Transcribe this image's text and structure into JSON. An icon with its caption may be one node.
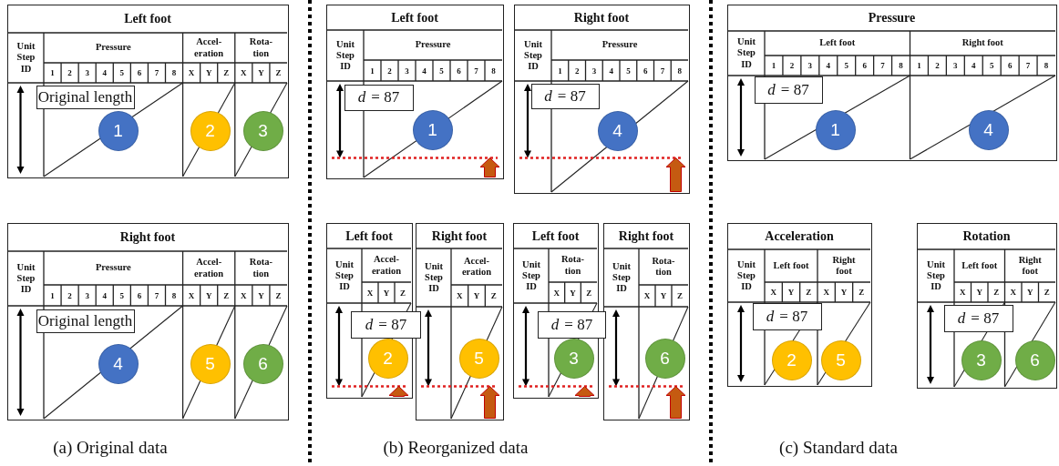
{
  "diagram": {
    "nodes": [
      {
        "text": [
          "Left foot"
        ]
      },
      {
        "text": [
          "Original length"
        ],
        "in": 0
      },
      {
        "text": [
          "1"
        ],
        "in": 0
      },
      {
        "text": [
          "2"
        ],
        "in": 0
      },
      {
        "text": [
          "3"
        ],
        "in": 0
      },
      {
        "text": [
          "Right foot"
        ]
      },
      {
        "text": [
          "Original length"
        ],
        "in": 5
      },
      {
        "text": [
          "4"
        ],
        "in": 5
      },
      {
        "text": [
          "5"
        ],
        "in": 5
      },
      {
        "text": [
          "6"
        ],
        "in": 5
      },
      {
        "text": [
          "Left foot"
        ]
      },
      {
        "text": [
          "*d* = 87"
        ],
        "in": 10
      },
      {
        "text": [
          "1"
        ],
        "in": 10
      },
      {
        "text": [
          "Right foot"
        ]
      },
      {
        "text": [
          "*d* = 87"
        ],
        "in": 13
      },
      {
        "text": [
          "4"
        ],
        "in": 13
      },
      {
        "text": [
          "Left foot"
        ]
      },
      {
        "text": [
          "*d* = 87"
        ]
      },
      {
        "text": [
          "2"
        ],
        "in": 16
      },
      {
        "text": [
          "Right foot"
        ]
      },
      {
        "text": [
          "5"
        ],
        "in": 19
      },
      {
        "text": [
          "Left foot"
        ]
      },
      {
        "text": [
          "*d* = 87"
        ]
      },
      {
        "text": [
          "3"
        ],
        "in": 21
      },
      {
        "text": [
          "Right foot"
        ]
      },
      {
        "text": [
          "6"
        ],
        "in": 24
      },
      {
        "text": [
          "Pressure"
        ]
      },
      {
        "text": [
          "*d* = 87"
        ],
        "in": 26
      },
      {
        "text": [
          "1"
        ],
        "in": 26
      },
      {
        "text": [
          "4"
        ],
        "in": 26
      },
      {
        "text": [
          "Acceleration"
        ]
      },
      {
        "text": [
          "*d* = 87"
        ],
        "in": 30
      },
      {
        "text": [
          "2"
        ],
        "in": 30
      },
      {
        "text": [
          "5"
        ],
        "in": 30
      },
      {
        "text": [
          "Rotation"
        ]
      },
      {
        "text": [
          "*d* = 87"
        ],
        "in": 34
      },
      {
        "text": [
          "3"
        ],
        "in": 34
      },
      {
        "text": [
          "6"
        ],
        "in": 34
      }
    ],
    "labels": [
      "Unit Step ID",
      "Pressure",
      "Accel- eration",
      "Rota- tion",
      "1",
      "2",
      "3",
      "4",
      "5",
      "6",
      "7",
      "8",
      "X",
      "Y",
      "Z",
      "X",
      "Y",
      "Z",
      "Unit Step ID",
      "Pressure",
      "Accel- eration",
      "Rota- tion",
      "1",
      "2",
      "3",
      "4",
      "5",
      "6",
      "7",
      "8",
      "X",
      "Y",
      "Z",
      "X",
      "Y",
      "Z",
      "Unit Step ID",
      "Pressure",
      "1",
      "2",
      "3",
      "4",
      "5",
      "6",
      "7",
      "8",
      "Unit Step ID",
      "Pressure",
      "1",
      "2",
      "3",
      "4",
      "5",
      "6",
      "7",
      "8",
      "Unit Step ID",
      "Accel- eration",
      "X",
      "Y",
      "Z",
      "Unit Step ID",
      "Accel- eration",
      "X",
      "Y",
      "Z",
      "Unit Step ID",
      "Rota- tion",
      "X",
      "Y",
      "Z",
      "Unit Step ID",
      "Rota- tion",
      "X",
      "Y",
      "Z",
      "Unit Step ID",
      "Left foot",
      "Right foot",
      "1",
      "2",
      "3",
      "4",
      "5",
      "6",
      "7",
      "8",
      "1",
      "2",
      "3",
      "4",
      "5",
      "6",
      "7",
      "8",
      "Unit Step ID",
      "Left foot",
      "Right foot",
      "X",
      "Y",
      "Z",
      "X",
      "Y",
      "Z",
      "Unit Step ID",
      "Left foot",
      "Right foot",
      "X",
      "Y",
      "Z",
      "X",
      "Y",
      "Z",
      "(a) Original data",
      "(b) Reorganized data",
      "(c) Standard data"
    ]
  }
}
